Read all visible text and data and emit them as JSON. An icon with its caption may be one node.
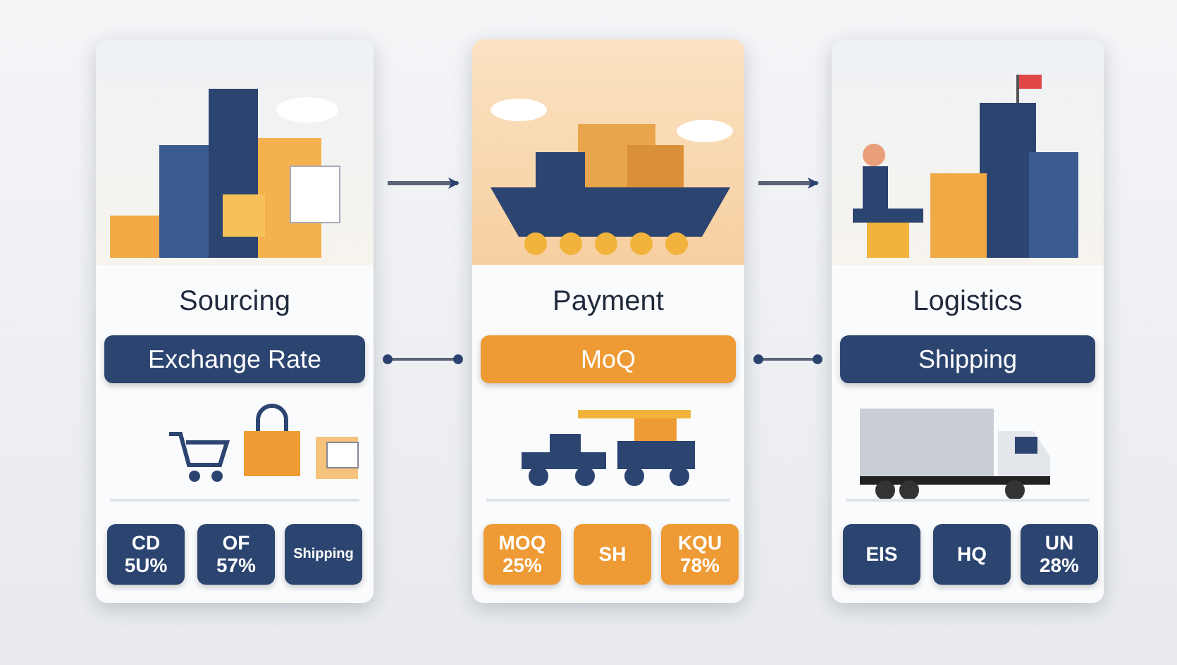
{
  "diagram": {
    "nodes": [
      {
        "text": [
          "Sourcing"
        ]
      },
      {
        "text": [
          "Exchange Rate"
        ],
        "in": 0
      },
      {
        "text": [
          "CD 5U%"
        ],
        "in": 0
      },
      {
        "text": [
          "OF 57%"
        ],
        "in": 0
      },
      {
        "text": [
          "Shipping"
        ],
        "in": 0
      },
      {
        "text": [
          "Payment"
        ]
      },
      {
        "text": [
          "MoQ"
        ],
        "in": 5
      },
      {
        "text": [
          "MOQ 25%"
        ],
        "in": 5
      },
      {
        "text": [
          "SH"
        ],
        "in": 5
      },
      {
        "text": [
          "KQU 78%"
        ],
        "in": 5
      },
      {
        "text": [
          "Logistics"
        ]
      },
      {
        "text": [
          "Shipping"
        ],
        "in": 10
      },
      {
        "text": [
          "EIS"
        ],
        "in": 10
      },
      {
        "text": [
          "HQ"
        ],
        "in": 10
      },
      {
        "text": [
          "UN 28%"
        ],
        "in": 10
      }
    ],
    "edges": [
      {
        "from": 0,
        "to": 5,
        "arrow": "to"
      },
      {
        "from": 0,
        "to": 5,
        "arrow": "other"
      },
      {
        "from": 5,
        "to": 10,
        "arrow": "to"
      },
      {
        "from": 5,
        "to": 10,
        "arrow": "other"
      }
    ]
  }
}
